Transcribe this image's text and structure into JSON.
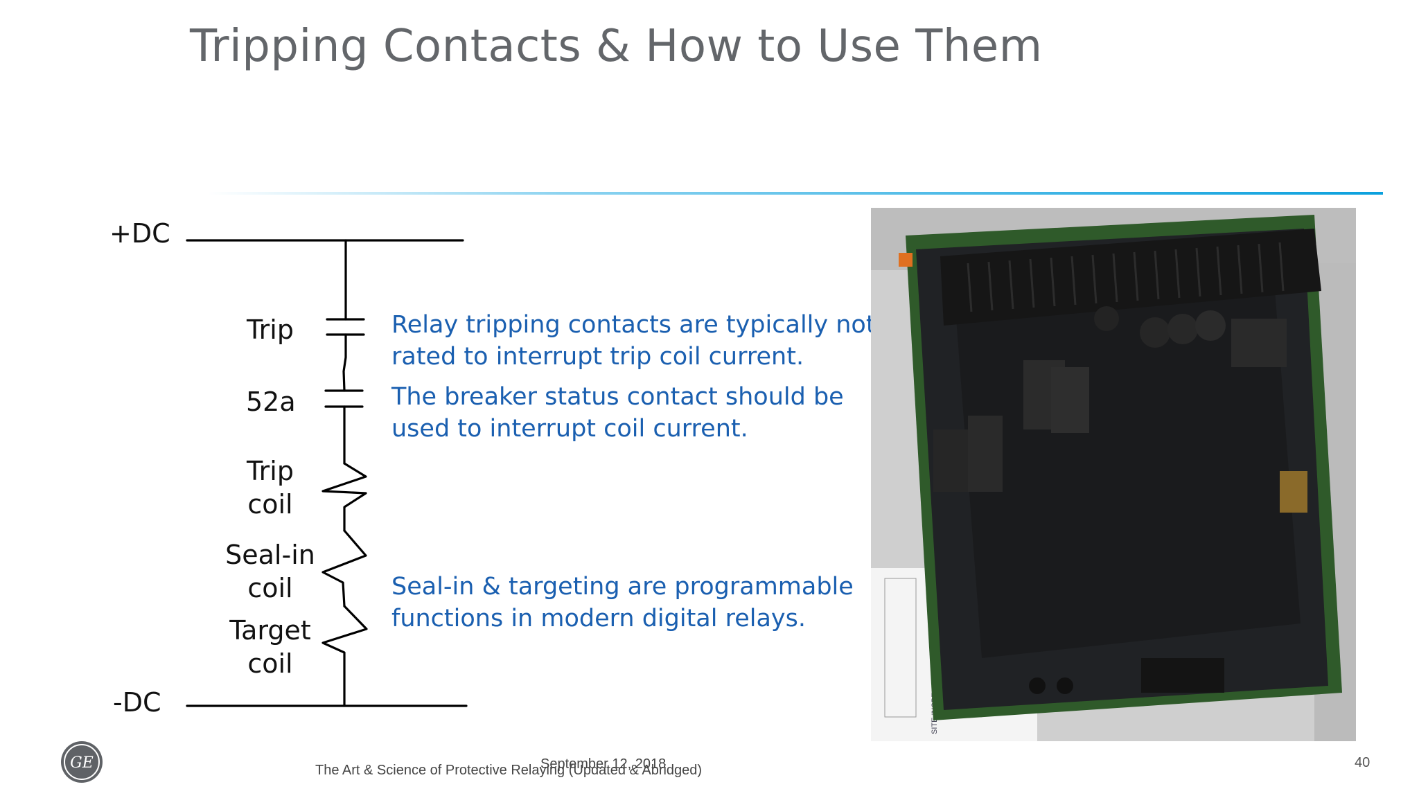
{
  "slide": {
    "title": "Tripping Contacts & How to Use Them",
    "page_number": "40"
  },
  "diagram": {
    "plus_dc": "+DC",
    "minus_dc": "-DC",
    "trip_label": "Trip",
    "fiftytwo_a_label": "52a",
    "trip_coil_line1": "Trip",
    "trip_coil_line2": "coil",
    "seal_in_line1": "Seal-in",
    "seal_in_line2": "coil",
    "target_line1": "Target",
    "target_line2": "coil"
  },
  "notes": {
    "note1_line1": "Relay tripping contacts are typically not",
    "note1_line2": "rated to interrupt trip coil current.",
    "note2_line1": "The breaker status contact should be",
    "note2_line2": "used to interrupt coil current.",
    "note3_line1": "Seal-in & targeting are programmable",
    "note3_line2": "functions in modern digital relays."
  },
  "photo": {
    "paper_text": "SITE INSPECTION & TEST PROCEDURE"
  },
  "footer": {
    "presentation_name": "The Art & Science of Protective Relaying (Updated & Abridged)",
    "date": "September 12, 2018",
    "logo_text": "GE"
  },
  "colors": {
    "title": "#63666a",
    "note_text": "#1a5fb0",
    "accent_rule": "#0aa0dd"
  }
}
